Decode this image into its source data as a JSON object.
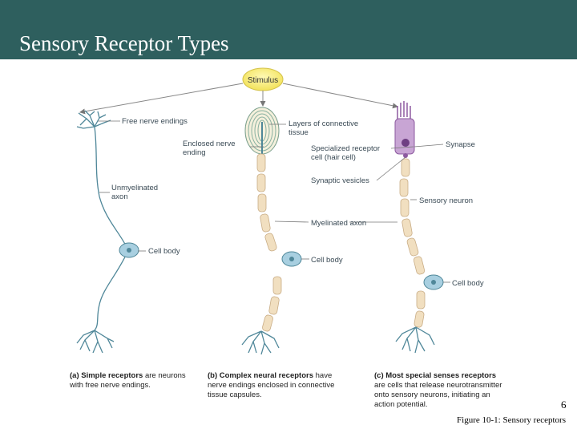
{
  "slide": {
    "title": "Sensory Receptor Types",
    "page_number": "6",
    "figure_caption": "Figure 10-1: Sensory receptors"
  },
  "diagram": {
    "stimulus": "Stimulus",
    "labels": {
      "free_nerve_endings": "Free nerve endings",
      "layers_connective_1": "Layers of connective",
      "layers_connective_2": "tissue",
      "enclosed_nerve_1": "Enclosed nerve",
      "enclosed_nerve_2": "ending",
      "specialized_1": "Specialized receptor",
      "specialized_2": "cell (hair cell)",
      "synapse": "Synapse",
      "synaptic_vesicles": "Synaptic vesicles",
      "unmyelinated_1": "Unmyelinated",
      "unmyelinated_2": "axon",
      "sensory_neuron": "Sensory neuron",
      "myelinated_axon": "Myelinated axon",
      "cell_body_a": "Cell body",
      "cell_body_b": "Cell body",
      "cell_body_c": "Cell body"
    },
    "captions": {
      "a_bold": "(a) Simple receptors",
      "a_rest_1": " are neurons",
      "a_rest_2": "with free nerve endings.",
      "b_bold": "(b) Complex neural receptors",
      "b_rest_1": " have",
      "b_rest_2": "nerve endings enclosed in connective",
      "b_rest_3": "tissue capsules.",
      "c_bold": "(c) Most special senses receptors",
      "c_rest_1": "are cells that release neurotransmitter",
      "c_rest_2": "onto sensory neurons, initiating an",
      "c_rest_3": "action potential."
    }
  },
  "colors": {
    "title_bar": "#2e5f5e",
    "axon": "#4f8799",
    "myelin": "#f1dfc0",
    "myelin_stroke": "#c9ad86",
    "stimulus_fill": "#f6ea72",
    "hair_cell": "#c8a5d4",
    "cell_body": "#a8cfe0"
  }
}
